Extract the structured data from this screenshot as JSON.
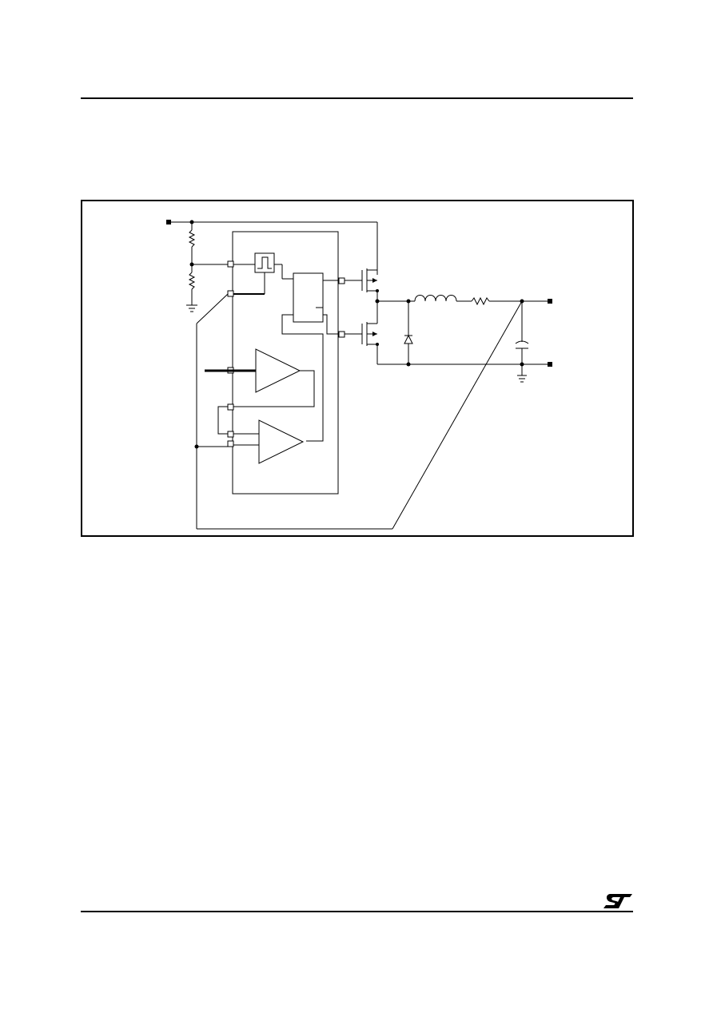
{
  "page": {
    "brand_logo": "st-logo",
    "figure": {
      "kind": "circuit-schematic",
      "components": [
        "supply-terminal",
        "resistor-divider",
        "ground",
        "oscillator-pulse-block",
        "logic-block",
        "error-amplifier",
        "comparator",
        "high-side-mosfet",
        "low-side-mosfet",
        "inductor",
        "current-sense-resistor",
        "freewheel-diode",
        "output-capacitor",
        "output-terminal-positive",
        "output-terminal-negative"
      ]
    },
    "colors": {
      "ink": "#000000",
      "paper": "#ffffff"
    }
  }
}
